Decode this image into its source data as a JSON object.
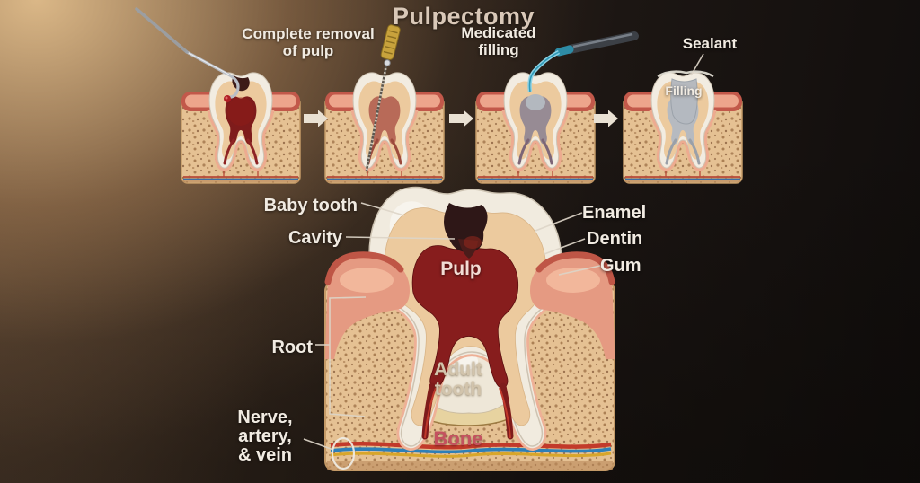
{
  "title": "Pulpectomy",
  "steps": {
    "removal_caption_line1": "Complete removal",
    "removal_caption_line2": "of pulp",
    "medicated_caption_line1": "Medicated",
    "medicated_caption_line2": "filling",
    "sealant_label": "Sealant",
    "filling_label": "Filling"
  },
  "anatomy": {
    "baby_tooth": "Baby tooth",
    "cavity": "Cavity",
    "pulp": "Pulp",
    "enamel": "Enamel",
    "dentin": "Dentin",
    "gum": "Gum",
    "root": "Root",
    "adult_tooth_line1": "Adult",
    "adult_tooth_line2": "tooth",
    "bone": "Bone",
    "nerve_label_line1": "Nerve,",
    "nerve_label_line2": "artery,",
    "nerve_label_line3": "& vein"
  },
  "colors": {
    "background_glow": "#e0bc8a",
    "background_dark": "#100d0c",
    "label_text": "#f1ebe2",
    "title_text": "#d9c8b8",
    "bone_fill": "#e5c193",
    "gum_pink": "#e59a82",
    "gum_dark": "#bf5646",
    "enamel": "#f1ebdf",
    "dentin": "#ecca9e",
    "pulp_red": "#8c1f1f",
    "cavity_dark": "#2e1717",
    "filling_gray": "#b4b9c0",
    "artery_red": "#c23a2a",
    "vein_blue": "#2d7fb8",
    "nerve_yellow": "#d8a62a",
    "bone_label_text": "#c4525f",
    "adult_tooth_label_text": "#d2c4ac"
  }
}
